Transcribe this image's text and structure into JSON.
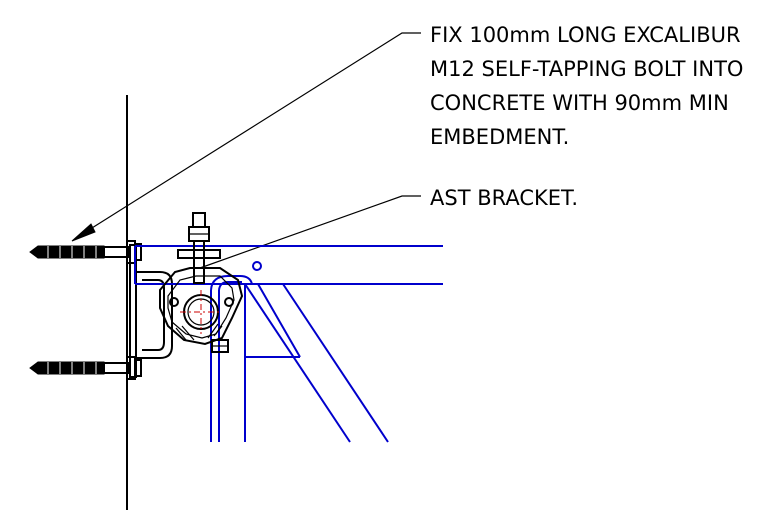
{
  "notes": {
    "anchor_line_1": "FIX 100mm LONG EXCALIBUR",
    "anchor_line_2": "M12 SELF-TAPPING BOLT INTO",
    "anchor_line_3": "CONCRETE WITH 90mm MIN",
    "anchor_line_4": "EMBEDMENT.",
    "bracket": "AST BRACKET."
  },
  "colors": {
    "linework": "#000000",
    "bracket_frame": "#0000cc",
    "centerline": "#cc0000",
    "background": "#ffffff"
  }
}
